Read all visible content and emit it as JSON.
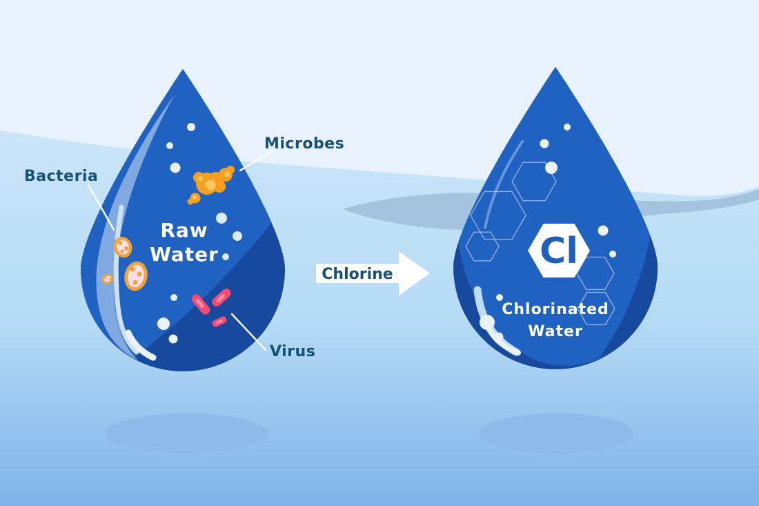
{
  "colors": {
    "background_top": "#E8F2FC",
    "background_wave_light": "#C9E5F8",
    "background_bottom": "#7FB2E9",
    "swoosh_band": "#A3C3DF",
    "droplet_base": "#2062C2",
    "droplet_shadow": "#174A9F",
    "droplet_highlight_band": "#7FA9E0",
    "droplet_highlight_streak": "#CCE0F7",
    "bubble": "#E9F2FB",
    "microbe_orange": "#F6A01E",
    "microbe_spot": "#FDC763",
    "bacteria_outline": "#F0A23C",
    "bacteria_fill": "#FBDFE8",
    "virus_pink": "#F84972",
    "virus_highlight": "#FB8FA9",
    "annotation_text": "#175273",
    "chlorine_symbol_text": "#1F5FBE",
    "ground_shadow": "#8FB9E8"
  },
  "left_droplet": {
    "title_line1": "Raw",
    "title_line2": "Water",
    "annotations": {
      "bacteria": "Bacteria",
      "microbes": "Microbes",
      "virus": "Virus"
    }
  },
  "process_arrow": {
    "label": "Chlorine"
  },
  "right_droplet": {
    "symbol": "Cl",
    "title_line1": "Chlorinated",
    "title_line2": "Water"
  }
}
